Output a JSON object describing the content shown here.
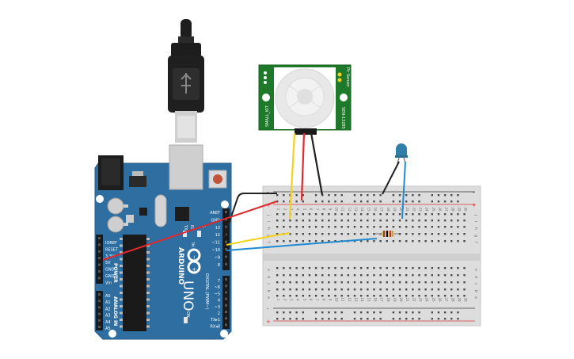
{
  "arduino": {
    "brand": "ARDUINO",
    "model": "UNO",
    "logo_text": "TM",
    "label_tx": "TX",
    "label_rx": "RX",
    "label_l": "L",
    "label_on": "ON",
    "section_power": "POWER",
    "section_analog": "ANALOG IN",
    "section_digital": "DIGITAL (PWM~)",
    "power_pins": [
      "IOREF",
      "RESET",
      "3.3V",
      "5V",
      "GND",
      "GND",
      "Vin"
    ],
    "analog_pins": [
      "A0",
      "A1",
      "A2",
      "A3",
      "A4",
      "A5"
    ],
    "digital_top_pins": [
      "AREF",
      "GND",
      "13",
      "12",
      "~11",
      "~10",
      "~9",
      "8"
    ],
    "digital_bottom_pins": [
      "7",
      "~6",
      "~5",
      "4",
      "~3",
      "2",
      "TX▸1",
      "RX◂0"
    ]
  },
  "pir": {
    "side_left": "Pir Sensor",
    "side_right": "SEN-13285",
    "bottom": "SMALL_KIT"
  },
  "breadboard": {
    "row_letters_top": [
      "j",
      "i",
      "h",
      "g",
      "f"
    ],
    "row_letters_bottom": [
      "e",
      "d",
      "c",
      "b",
      "a"
    ],
    "column_numbers": [
      "1",
      "2",
      "3",
      "4",
      "5",
      "6",
      "7",
      "8",
      "9",
      "10",
      "11",
      "12",
      "13",
      "14",
      "15",
      "16",
      "17",
      "18",
      "19",
      "20",
      "21",
      "22",
      "23",
      "24",
      "25",
      "26",
      "27",
      "28",
      "29",
      "30"
    ],
    "rail_minus": "-",
    "rail_plus": "+"
  },
  "colors": {
    "arduino_board": "#2f6ea1",
    "pir_board": "#1e7a2a",
    "breadboard": "#dddddd",
    "wire_red": "#e0282d",
    "wire_black": "#222222",
    "wire_yellow": "#f5d11c",
    "wire_blue": "#1f8ad0",
    "led": "#2f7fa8"
  }
}
